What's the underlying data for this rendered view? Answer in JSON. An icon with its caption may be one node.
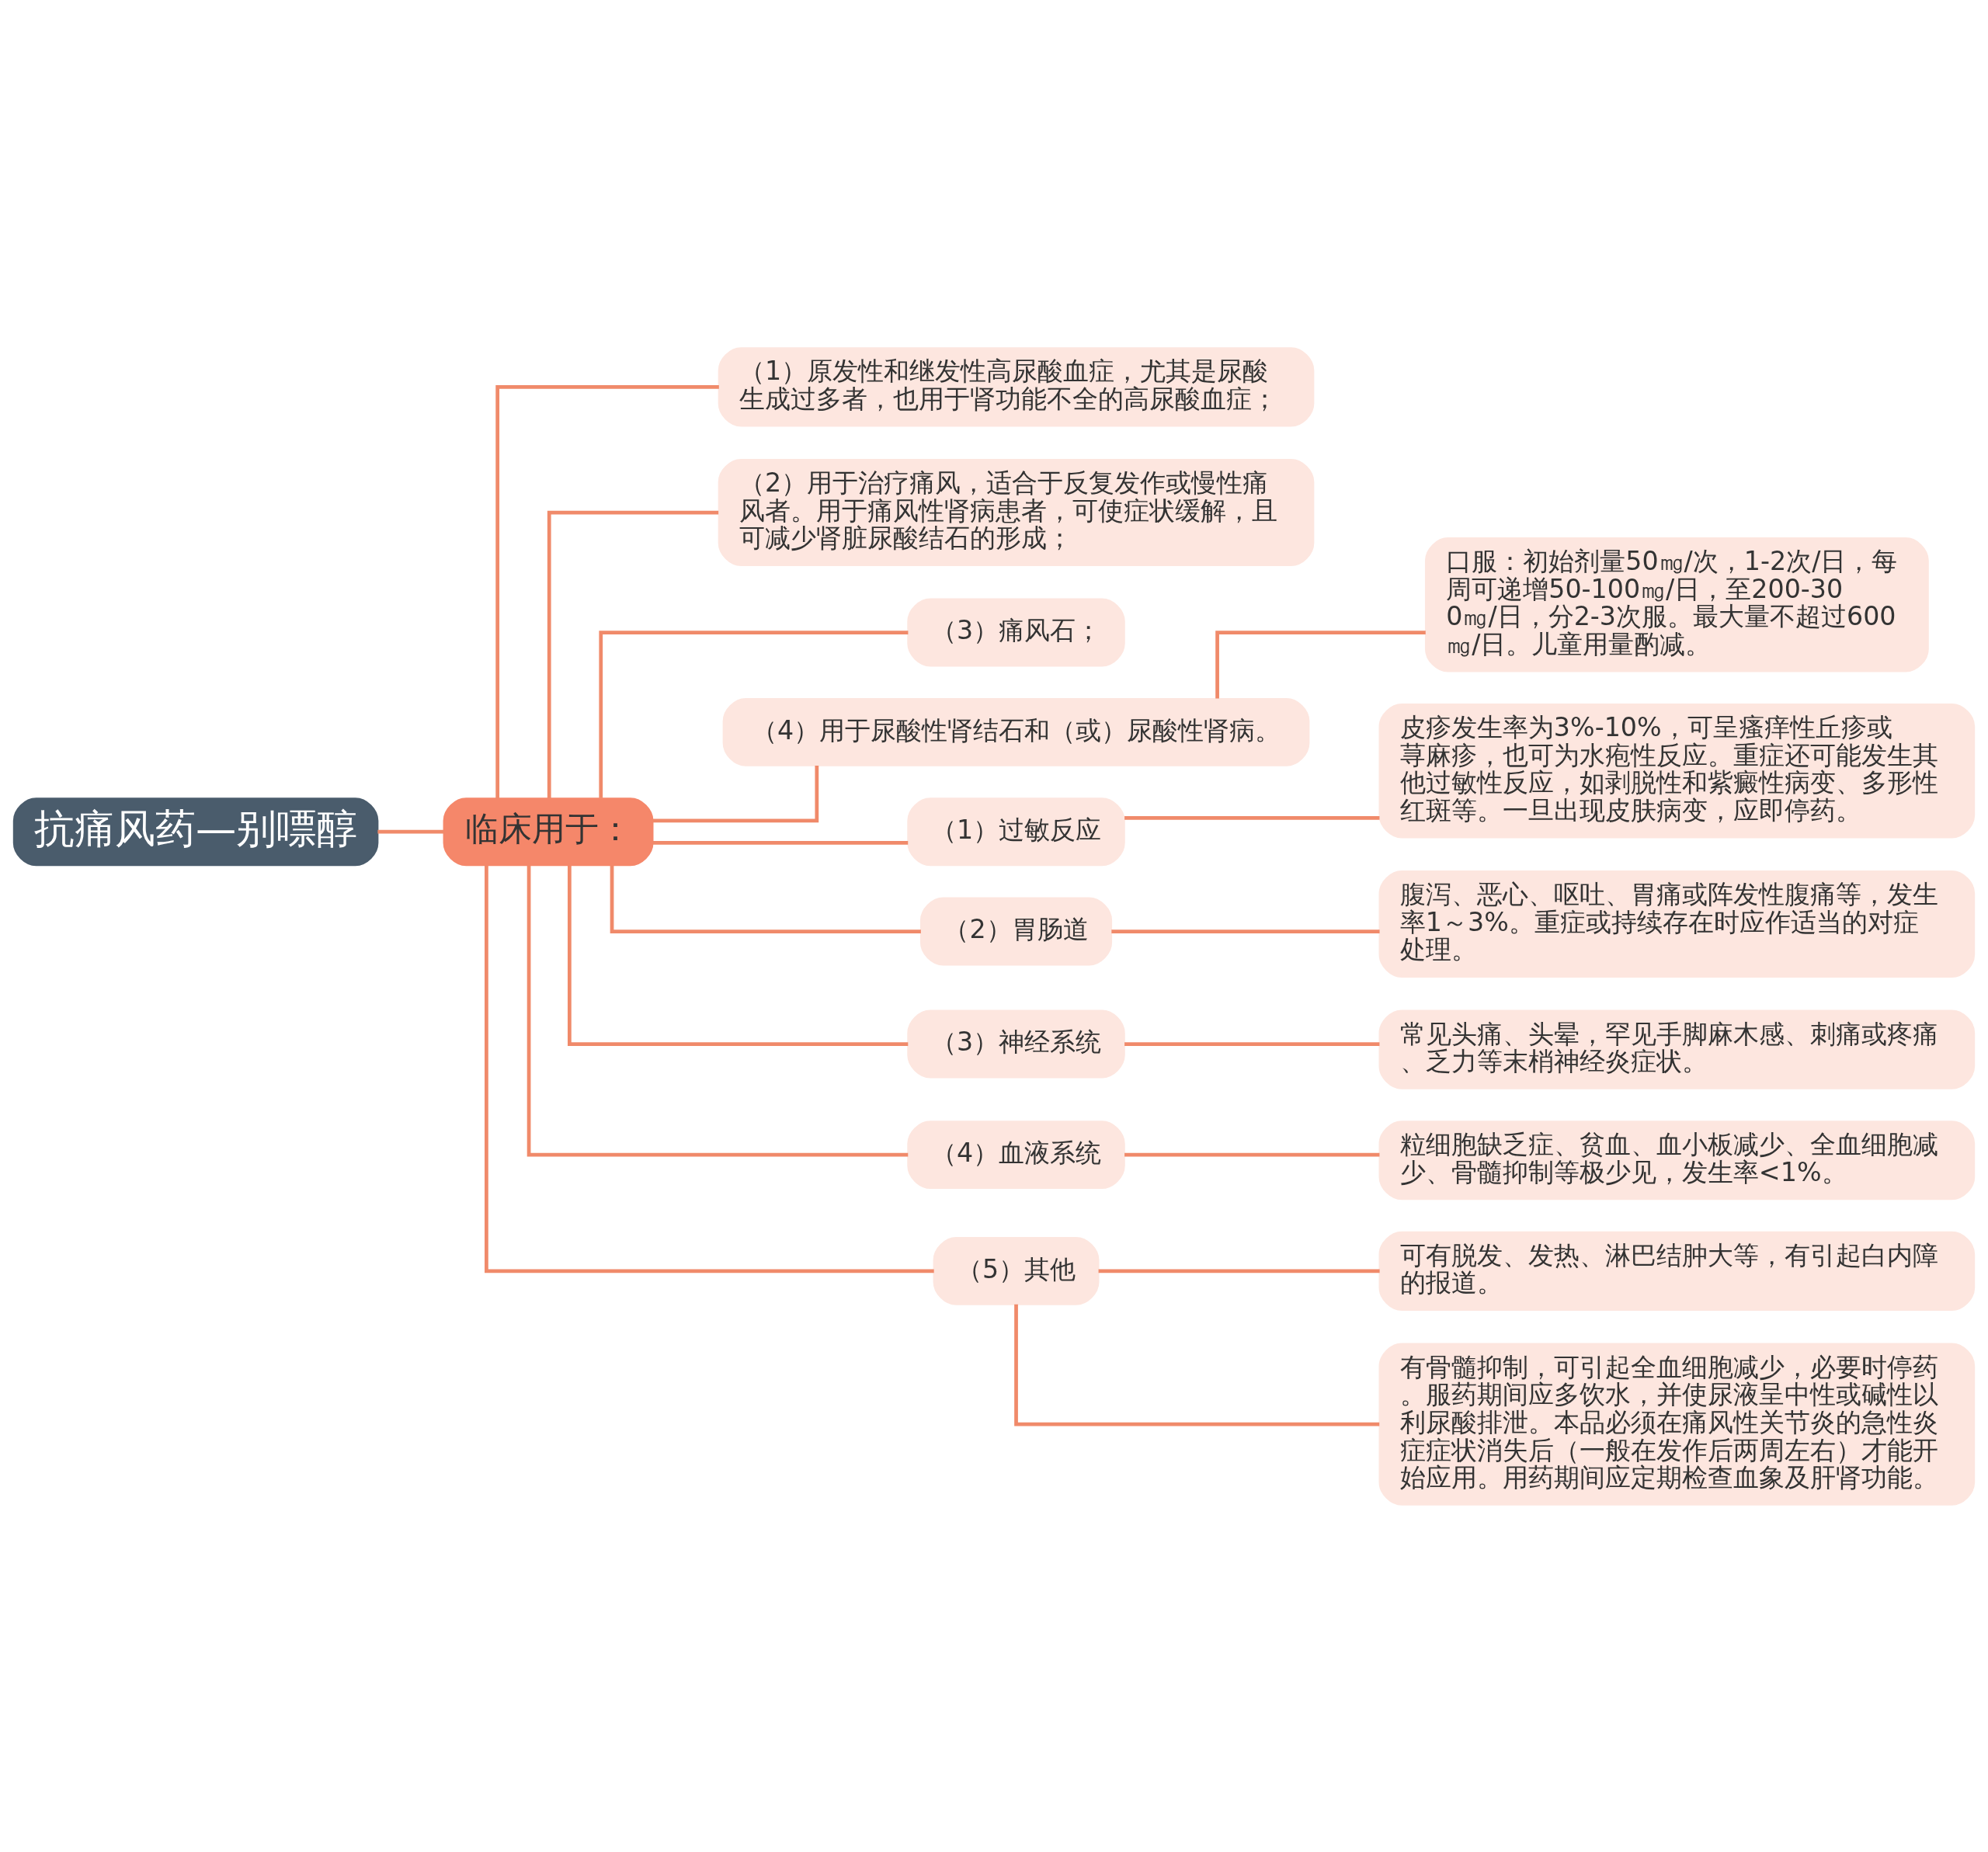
{
  "diagram": {
    "nodes": [
      {
        "text": [
          "抗痛风药—别嘌醇"
        ]
      },
      {
        "text": [
          "临床用于："
        ]
      },
      {
        "text": [
          "（1）原发性和继发性高尿酸血症，尤其是尿酸生成过多者，也用于肾功能不全的高尿酸血症；"
        ]
      },
      {
        "text": [
          "（2）用于治疗痛风，适合于反复发作或慢性痛风者。用于痛风性肾病患者，可使症状缓解，且可减少肾脏尿酸结石的形成；"
        ]
      },
      {
        "text": [
          "（3）痛风石；"
        ]
      },
      {
        "text": [
          "（4）用于尿酸性肾结石和（或）尿酸性肾病。"
        ]
      },
      {
        "text": [
          "口服：初始剂量50㎎/次，1-2次/日，每周可递增50-100㎎/日，至200-300㎎/日，分2-3次服。最大量不超过600㎎/日。儿童用量酌减。"
        ]
      },
      {
        "text": [
          "（1）过敏反应"
        ]
      },
      {
        "text": [
          "皮疹发生率为3%-10%，可呈瘙痒性丘疹或荨麻疹，也可为水疱性反应。重症还可能发生其他过敏性反应，如剥脱性和紫癜性病变、多形性红斑等。一旦出现皮肤病变，应即停药。"
        ]
      },
      {
        "text": [
          "（2）胃肠道"
        ]
      },
      {
        "text": [
          "腹泻、恶心、呕吐、胃痛或阵发性腹痛等，发生率1～3%。重症或持续存在时应作适当的对症处理。"
        ]
      },
      {
        "text": [
          "（3）神经系统"
        ]
      },
      {
        "text": [
          "常见头痛、头晕，罕见手脚麻木感、刺痛或疼痛、乏力等末梢神经炎症状。"
        ]
      },
      {
        "text": [
          "（4）血液系统"
        ]
      },
      {
        "text": [
          "粒细胞缺乏症、贫血、血小板减少、全血细胞减少、骨髓抑制等极少见，发生率<1%。"
        ]
      },
      {
        "text": [
          "（5）其他"
        ]
      },
      {
        "text": [
          "可有脱发、发热、淋巴结肿大等，有引起白内障的报道。"
        ]
      },
      {
        "text": [
          "有骨髓抑制，可引起全血细胞减少，必要时停药。服药期间应多饮水，并使尿液呈中性或碱性以利尿酸排泄。本品必须在痛风性关节炎的急性炎症症状消失后（一般在发作后两周左右）才能开始应用。用药期间应定期检查血象及肝肾功能。"
        ]
      }
    ],
    "edges": [
      {
        "from": 0,
        "to": 1,
        "arrow": "none"
      },
      {
        "from": 1,
        "to": 2,
        "arrow": "none"
      },
      {
        "from": 1,
        "to": 3,
        "arrow": "none"
      },
      {
        "from": 1,
        "to": 4,
        "arrow": "none"
      },
      {
        "from": 1,
        "to": 5,
        "arrow": "none"
      },
      {
        "from": 5,
        "to": 6,
        "arrow": "none"
      },
      {
        "from": 1,
        "to": 7,
        "arrow": "none"
      },
      {
        "from": 7,
        "to": 8,
        "arrow": "none"
      },
      {
        "from": 1,
        "to": 9,
        "arrow": "none"
      },
      {
        "from": 9,
        "to": 10,
        "arrow": "none"
      },
      {
        "from": 1,
        "to": 11,
        "arrow": "none"
      },
      {
        "from": 11,
        "to": 12,
        "arrow": "none"
      },
      {
        "from": 1,
        "to": 13,
        "arrow": "none"
      },
      {
        "from": 13,
        "to": 14,
        "arrow": "none"
      },
      {
        "from": 1,
        "to": 15,
        "arrow": "none"
      },
      {
        "from": 15,
        "to": 16,
        "arrow": "none"
      },
      {
        "from": 15,
        "to": 17,
        "arrow": "none"
      }
    ]
  }
}
